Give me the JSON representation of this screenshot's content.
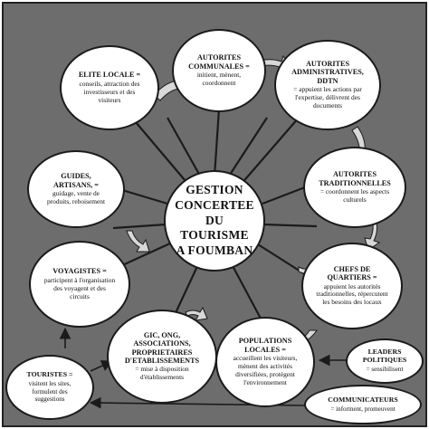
{
  "center": {
    "title": "GESTION CONCERTEE DU TOURISME A FOUMBAN"
  },
  "nodes": {
    "autorites_communales": {
      "title": "AUTORITES COMMUNALES =",
      "desc": "initient, mènent, coordonnent"
    },
    "autorites_administratives": {
      "title": "AUTORITES ADMINISTRATIVES, DDTN",
      "desc": "= appuient les actions par l'expertise, délivrent des documents"
    },
    "autorites_traditionnelles": {
      "title": "AUTORITES TRADITIONNELLES",
      "desc": "= coordonnent les aspects culturels"
    },
    "chefs_quartiers": {
      "title": "CHEFS DE QUARTIERS =",
      "desc": "appuient les autorités traditionnelles, répercutent les besoins des locaux"
    },
    "populations_locales": {
      "title": "POPULATIONS LOCALES =",
      "desc": "accueillent les visiteurs, mènent des activités diversifiées, protègent l'environnement"
    },
    "gic_ong": {
      "title": "GIC, ONG, ASSOCIATIONS, PROPRIETAIRES D'ETABLISSEMENTS",
      "desc": "= mise à disposition d'établissements"
    },
    "voyagistes": {
      "title": "VOYAGISTES =",
      "desc": "participent à l'organisation des voyagent et des circuits"
    },
    "guides_artisans": {
      "title": "GUIDES, ARTISANS, =",
      "desc": "guidage, vente de produits, reboisement"
    },
    "elite_locale": {
      "title": "ELITE LOCALE =",
      "desc": "conseils, attraction des investisseurs et des visiteurs"
    },
    "touristes": {
      "title": "TOURISTES =",
      "desc": "visitent les sites, formulent des suggestions"
    },
    "leaders_politiques": {
      "title": "LEADERS POLITIQUES",
      "desc": "= sensibilisent"
    },
    "communicateurs": {
      "title": "COMMUNICATEURS",
      "desc": "= informent, promeuvent"
    }
  },
  "colors": {
    "background": "#6d6d6d",
    "node_fill": "#ffffff",
    "node_border": "#1b1b1b",
    "link": "#1b1b1b",
    "arrow_fill": "#d8d8d8"
  }
}
